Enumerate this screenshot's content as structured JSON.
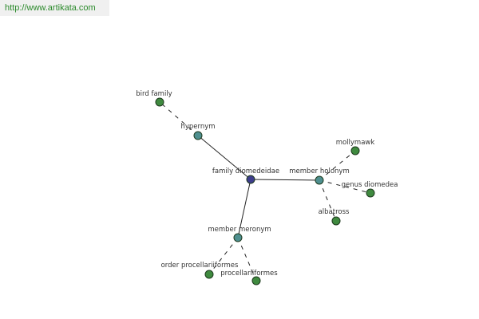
{
  "header": {
    "url": "http://www.artikata.com"
  },
  "graph": {
    "colors": {
      "center": "#3d3d8c",
      "relation": "#4e8f8f",
      "leaf": "#3f8a3f"
    },
    "nodes": [
      {
        "id": "center",
        "label": "family diomedeidae",
        "kind": "center"
      },
      {
        "id": "hypernym",
        "label": "hypernym",
        "kind": "relation"
      },
      {
        "id": "holonym",
        "label": "member holonym",
        "kind": "relation"
      },
      {
        "id": "meronym",
        "label": "member meronym",
        "kind": "relation"
      },
      {
        "id": "birdfamily",
        "label": "bird family",
        "kind": "leaf"
      },
      {
        "id": "mollymawk",
        "label": "mollymawk",
        "kind": "leaf"
      },
      {
        "id": "genusdiomedea",
        "label": "genus diomedea",
        "kind": "leaf"
      },
      {
        "id": "albatross",
        "label": "albatross",
        "kind": "leaf"
      },
      {
        "id": "orderproc",
        "label": "order procellariiformes",
        "kind": "leaf"
      },
      {
        "id": "procellariiformes",
        "label": "procellariiformes",
        "kind": "leaf"
      }
    ],
    "edges": [
      {
        "from": "center",
        "to": "hypernym",
        "style": "solid"
      },
      {
        "from": "center",
        "to": "holonym",
        "style": "solid"
      },
      {
        "from": "center",
        "to": "meronym",
        "style": "solid"
      },
      {
        "from": "hypernym",
        "to": "birdfamily",
        "style": "dashed"
      },
      {
        "from": "holonym",
        "to": "mollymawk",
        "style": "dashed"
      },
      {
        "from": "holonym",
        "to": "genusdiomedea",
        "style": "dashed"
      },
      {
        "from": "holonym",
        "to": "albatross",
        "style": "dashed"
      },
      {
        "from": "meronym",
        "to": "orderproc",
        "style": "dashed"
      },
      {
        "from": "meronym",
        "to": "procellariiformes",
        "style": "dashed"
      }
    ]
  }
}
